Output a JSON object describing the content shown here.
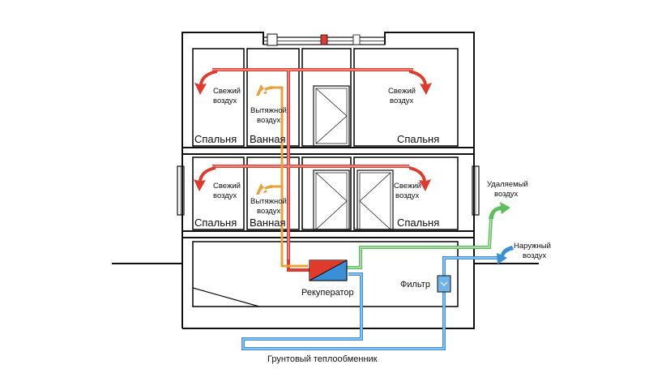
{
  "rooms": {
    "bed_top_left": "Спальня",
    "bath_top": "Ванная",
    "bed_top_right": "Спальня",
    "bed_bot_left": "Спальня",
    "bath_bot": "Ванная",
    "bed_bot_right": "Спальня"
  },
  "air": {
    "fresh_l1": "Свежий",
    "fresh_l2": "воздух",
    "exhaust_l1": "Вытяжной",
    "exhaust_l2": "воздух",
    "removed_l1": "Удаляемый",
    "removed_l2": "воздух",
    "outdoor_l1": "Наружный",
    "outdoor_l2": "воздух"
  },
  "equipment": {
    "recuperator": "Рекуператор",
    "filter": "Фильтр",
    "ground_exchanger": "Грунтовый теплообменник"
  },
  "colors": {
    "fresh": "#e03a2c",
    "exhaust": "#e8a23a",
    "removed": "#5cbf5c",
    "outdoor": "#3a8fd6",
    "walls": "#111111"
  }
}
